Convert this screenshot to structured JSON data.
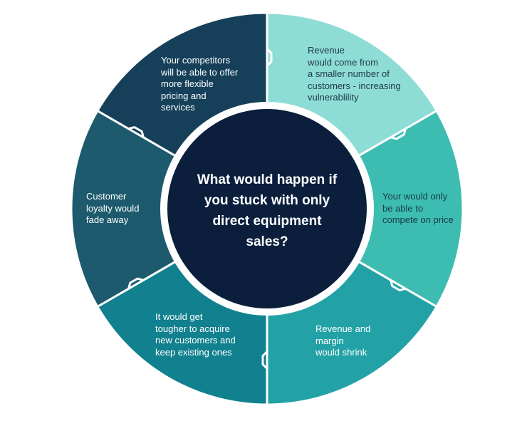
{
  "diagram": {
    "center_question_lines": [
      "What would happen if",
      "you stuck with only",
      "direct equipment",
      "sales?"
    ],
    "segments": [
      {
        "id": "fewer-customers",
        "color": "#8edcd6",
        "text_color": "#1f3a4a",
        "lines": [
          "Revenue",
          "would come from",
          "a smaller number of",
          "customers - increasing",
          "vulnerablility"
        ]
      },
      {
        "id": "compete-on-price",
        "color": "#3dbdb2",
        "text_color": "#173a48",
        "lines": [
          "Your would only",
          "be able to",
          "compete on price"
        ]
      },
      {
        "id": "revenue-margin-shrink",
        "color": "#22a2a6",
        "text_color": "#ffffff",
        "lines": [
          "Revenue and",
          "margin",
          "would shrink"
        ]
      },
      {
        "id": "acquire-customers",
        "color": "#11808f",
        "text_color": "#ffffff",
        "lines": [
          "It would get",
          "tougher to acquire",
          "new customers and",
          "keep existing ones"
        ]
      },
      {
        "id": "loyalty-fade",
        "color": "#1d5a6d",
        "text_color": "#ffffff",
        "lines": [
          "Customer",
          "loyalty would",
          "fade away"
        ]
      },
      {
        "id": "competitors-flexible",
        "color": "#16405a",
        "text_color": "#ffffff",
        "lines": [
          "Your competitors",
          "will be able to offer",
          "more flexible",
          "pricing and",
          "services"
        ]
      }
    ],
    "center_color": "#0b1f3d",
    "ring_gap_color": "#ffffff"
  }
}
